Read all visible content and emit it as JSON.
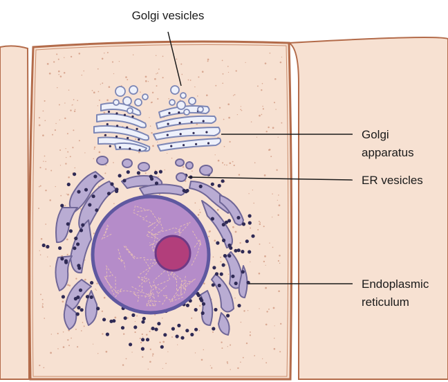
{
  "labels": {
    "golgi_vesicles": "Golgi vesicles",
    "golgi_apparatus": [
      "Golgi",
      "apparatus"
    ],
    "er_vesicles": "ER vesicles",
    "endoplasmic_reticulum": [
      "Endoplasmic",
      "reticulum"
    ]
  },
  "colors": {
    "cytoplasm": "#f7e1d2",
    "cell_wall": "#b36b4a",
    "golgi_fill": "#eef1fb",
    "golgi_stroke": "#7c86b5",
    "er_fill": "#b9acd3",
    "er_stroke": "#6f6697",
    "ribosome": "#2f2a55",
    "nucleus_fill": "#b58cc9",
    "nucleus_stroke": "#5f58a0",
    "nucleolus_fill": "#b23e7b",
    "chromatin": "#e9c3b3"
  }
}
